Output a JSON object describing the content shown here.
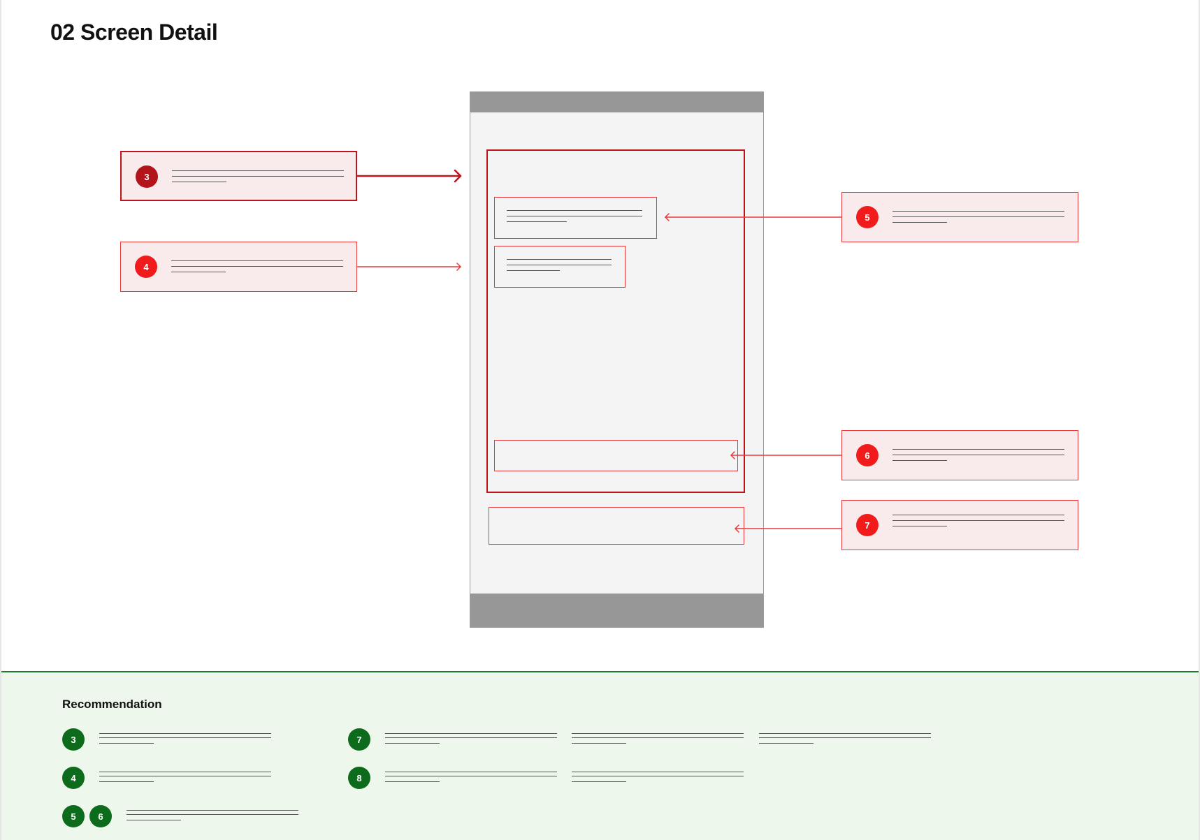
{
  "page": {
    "title": "02 Screen Detail"
  },
  "colors": {
    "annotation_red": "#e8383a",
    "annotation_dark_red": "#c0141c",
    "badge_red": "#f11b1b",
    "badge_dark_red": "#b3141a",
    "callout_fill": "#f9ebeb",
    "phone_bar": "#979797",
    "phone_body": "#f4f4f4",
    "rec_background": "#eef7ec",
    "rec_badge_green": "#0d6b1c"
  },
  "callouts": [
    {
      "number": "3",
      "side": "left",
      "style": "primary"
    },
    {
      "number": "4",
      "side": "left",
      "style": "default"
    },
    {
      "number": "5",
      "side": "right",
      "style": "default"
    },
    {
      "number": "6",
      "side": "right",
      "style": "default"
    },
    {
      "number": "7",
      "side": "right",
      "style": "default"
    }
  ],
  "recommendation": {
    "title": "Recommendation",
    "items": [
      {
        "numbers": [
          "3"
        ]
      },
      {
        "numbers": [
          "4"
        ]
      },
      {
        "numbers": [
          "5",
          "6"
        ]
      },
      {
        "numbers": [
          "7"
        ]
      },
      {
        "numbers": [
          "8"
        ]
      }
    ]
  }
}
